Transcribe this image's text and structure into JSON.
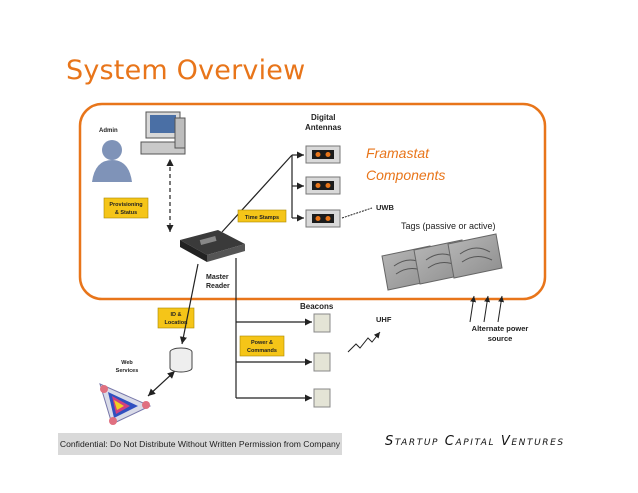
{
  "slide": {
    "title": "System Overview",
    "footer_confidential": "Confidential: Do Not Distribute Without Written Permission from Company",
    "footer_brand": "Startup Capital Ventures"
  },
  "diagram": {
    "admin_label": "Admin",
    "provisioning_label_1": "Provisioning",
    "provisioning_label_2": "& Status",
    "digital_antennas_1": "Digital",
    "digital_antennas_2": "Antennas",
    "time_stamps_label": "Time Stamps",
    "master_reader_1": "Master",
    "master_reader_2": "Reader",
    "id_location_1": "ID &",
    "id_location_2": "Location",
    "beacons_label": "Beacons",
    "power_commands_1": "Power &",
    "power_commands_2": "Commands",
    "web_services_1": "Web",
    "web_services_2": "Services",
    "framastat_1": "Framastat",
    "framastat_2": "Components",
    "uwb_label": "UWB",
    "tags_label": "Tags (passive or active)",
    "uhf_label": "UHF",
    "alt_power_1": "Alternate power",
    "alt_power_2": "source"
  },
  "colors": {
    "accent": "#e8751a",
    "label_box": "#f5c518"
  }
}
